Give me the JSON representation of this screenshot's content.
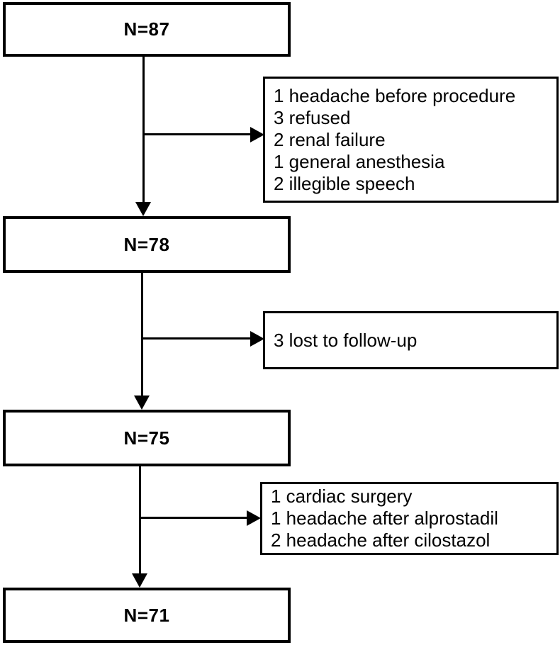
{
  "diagram": {
    "type": "patient-flow-chart",
    "colors": {
      "line": "#000000",
      "text": "#000000",
      "background": "#ffffff"
    },
    "nodes": [
      {
        "label": "N=87"
      },
      {
        "label": "N=78"
      },
      {
        "label": "N=75"
      },
      {
        "label": "N=71"
      }
    ],
    "exclusions": [
      {
        "lines": [
          "1 headache before procedure",
          "3 refused",
          "2 renal failure",
          "1 general anesthesia",
          "2 illegible speech"
        ]
      },
      {
        "lines": [
          "3 lost to follow-up"
        ]
      },
      {
        "lines": [
          "1 cardiac surgery",
          "1 headache after alprostadil",
          "2 headache after cilostazol"
        ]
      }
    ]
  }
}
